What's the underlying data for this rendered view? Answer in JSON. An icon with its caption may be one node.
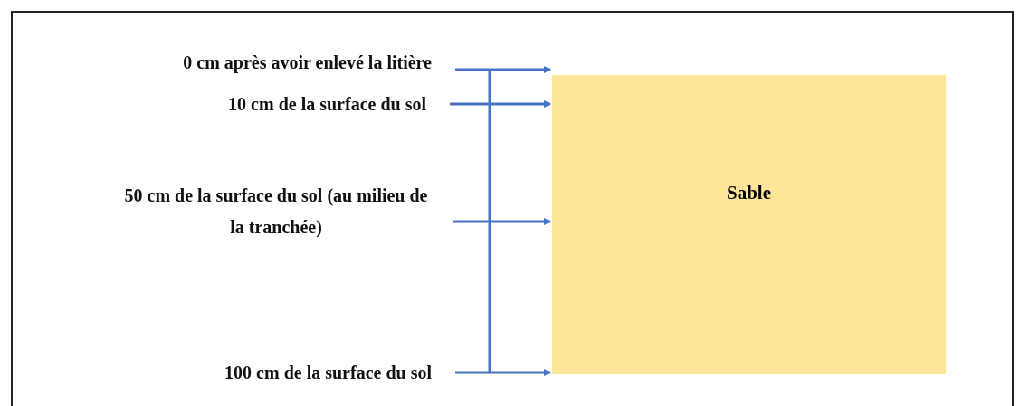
{
  "diagram": {
    "nodes": [
      {
        "text": [
          "0 cm après avoir enlevé la litière"
        ]
      },
      {
        "text": [
          "10 cm de la surface du sol"
        ]
      },
      {
        "text": [
          "50 cm de la surface du sol (au milieu de la tranchée)"
        ]
      },
      {
        "text": [
          "100 cm de la surface du sol"
        ]
      },
      {
        "text": [
          "Sable"
        ]
      }
    ],
    "edges": [
      {
        "from": 0,
        "to": 4,
        "arrow": "to"
      },
      {
        "from": 1,
        "to": 4,
        "arrow": "to"
      },
      {
        "from": 2,
        "to": 4,
        "arrow": "to"
      },
      {
        "from": 3,
        "to": 4,
        "arrow": "to"
      }
    ]
  }
}
